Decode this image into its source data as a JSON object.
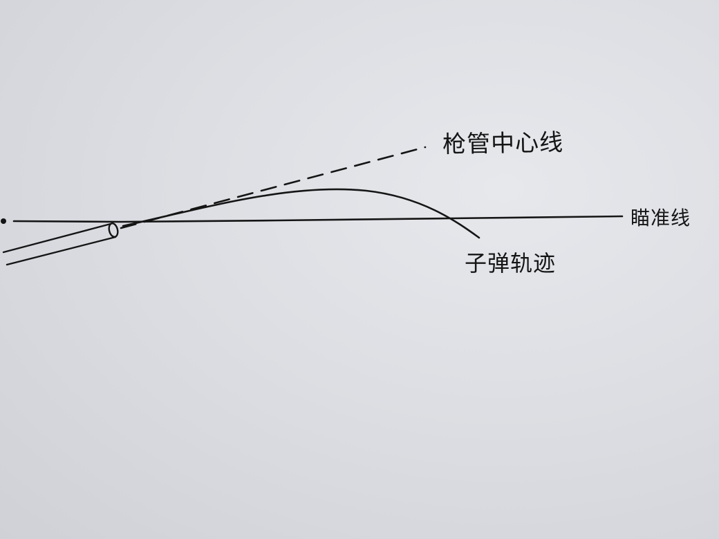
{
  "labels": {
    "bore_line": "枪管中心线",
    "line_of_sight": "瞄准线",
    "bullet_trajectory": "子弹轨迹"
  },
  "colors": {
    "paper": "#dcdee3",
    "ink": "#151515"
  },
  "icons": {
    "barrel": "gun-barrel-icon",
    "eye_point": "sight-point-icon"
  }
}
